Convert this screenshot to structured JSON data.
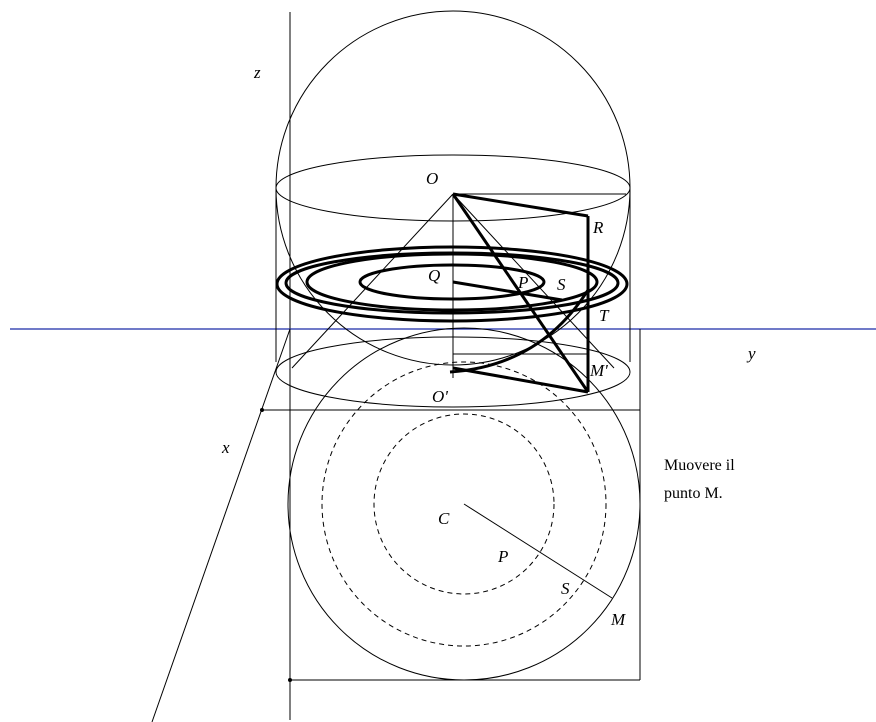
{
  "labels": {
    "z": "z",
    "y": "y",
    "x": "x",
    "O": "O",
    "R": "R",
    "Q": "Q",
    "P": "P",
    "S": "S",
    "T": "T",
    "M_prime": "M'",
    "O_prime": "O'",
    "C": "C",
    "P2": "P",
    "S2": "S",
    "M": "M"
  },
  "instruction": {
    "line1": "Muovere il",
    "line2": "punto M."
  },
  "colors": {
    "ink": "#000000",
    "y_axis": "#1a2aa8",
    "background": "#ffffff"
  }
}
